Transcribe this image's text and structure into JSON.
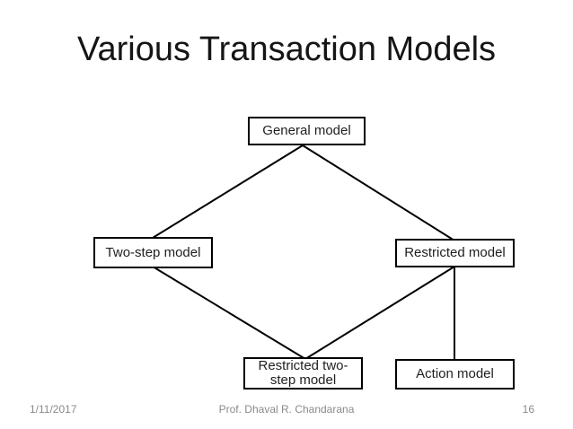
{
  "slide": {
    "title": "Various Transaction Models",
    "footer": {
      "date": "1/11/2017",
      "author": "Prof. Dhaval R. Chandarana",
      "page_number": "16"
    }
  },
  "diagram": {
    "nodes": [
      {
        "id": "general",
        "label": "General model"
      },
      {
        "id": "two_step",
        "label": "Two-step model"
      },
      {
        "id": "restricted",
        "label": "Restricted model"
      },
      {
        "id": "restricted_two_step",
        "label": "Restricted two-step model"
      },
      {
        "id": "action",
        "label": "Action model"
      }
    ],
    "edges": [
      {
        "from": "general",
        "to": "two_step"
      },
      {
        "from": "general",
        "to": "restricted"
      },
      {
        "from": "two_step",
        "to": "restricted_two_step"
      },
      {
        "from": "restricted",
        "to": "restricted_two_step"
      },
      {
        "from": "restricted",
        "to": "action"
      }
    ],
    "colors": {
      "background": "#ffffff",
      "line": "#000000",
      "box_border": "#000000",
      "box_text": "#1f1f1f",
      "title_text": "#151515",
      "footer_text": "#8a8a8a"
    }
  }
}
